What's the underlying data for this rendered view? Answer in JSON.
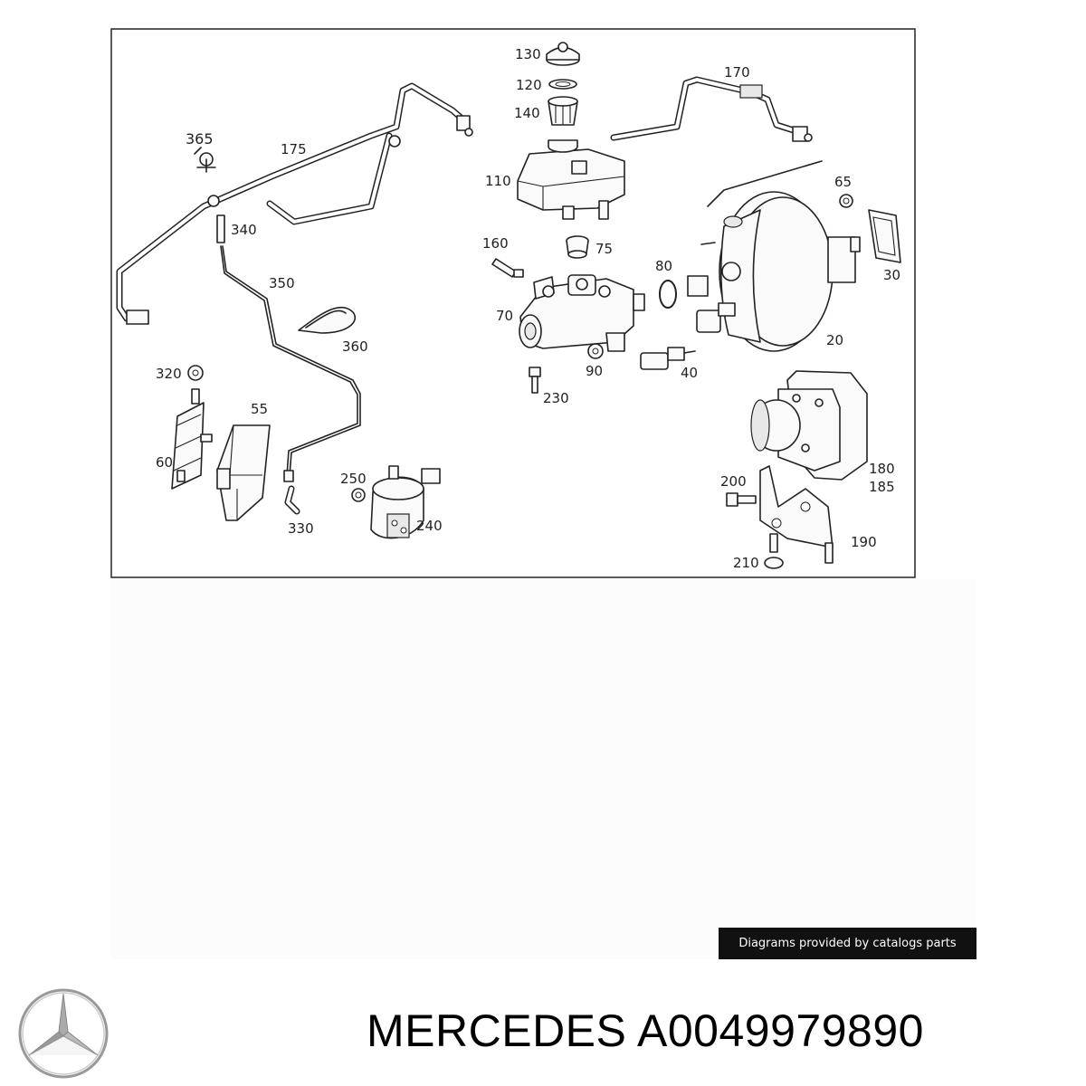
{
  "diagram": {
    "callouts": [
      {
        "id": "c130",
        "text": "130"
      },
      {
        "id": "c120",
        "text": "120"
      },
      {
        "id": "c140",
        "text": "140"
      },
      {
        "id": "c110",
        "text": "110"
      },
      {
        "id": "c170",
        "text": "170"
      },
      {
        "id": "c365",
        "text": "365"
      },
      {
        "id": "c175",
        "text": "175"
      },
      {
        "id": "c340",
        "text": "340"
      },
      {
        "id": "c350",
        "text": "350"
      },
      {
        "id": "c360",
        "text": "360"
      },
      {
        "id": "c160",
        "text": "160"
      },
      {
        "id": "c75",
        "text": "75"
      },
      {
        "id": "c80",
        "text": "80"
      },
      {
        "id": "c65",
        "text": "65"
      },
      {
        "id": "c30",
        "text": "30"
      },
      {
        "id": "c70",
        "text": "70"
      },
      {
        "id": "c90",
        "text": "90"
      },
      {
        "id": "c40",
        "text": "40"
      },
      {
        "id": "c20",
        "text": "20"
      },
      {
        "id": "c230",
        "text": "230"
      },
      {
        "id": "c320",
        "text": "320"
      },
      {
        "id": "c55",
        "text": "55"
      },
      {
        "id": "c60",
        "text": "60"
      },
      {
        "id": "c250",
        "text": "250"
      },
      {
        "id": "c240",
        "text": "240"
      },
      {
        "id": "c330",
        "text": "330"
      },
      {
        "id": "c200",
        "text": "200"
      },
      {
        "id": "c180",
        "text": "180"
      },
      {
        "id": "c185",
        "text": "185"
      },
      {
        "id": "c190",
        "text": "190"
      },
      {
        "id": "c210",
        "text": "210"
      }
    ]
  },
  "credit": "Diagrams provided by catalogs parts",
  "brand_logo_icon": "mercedes-star-icon",
  "title": "MERCEDES A0049979890"
}
